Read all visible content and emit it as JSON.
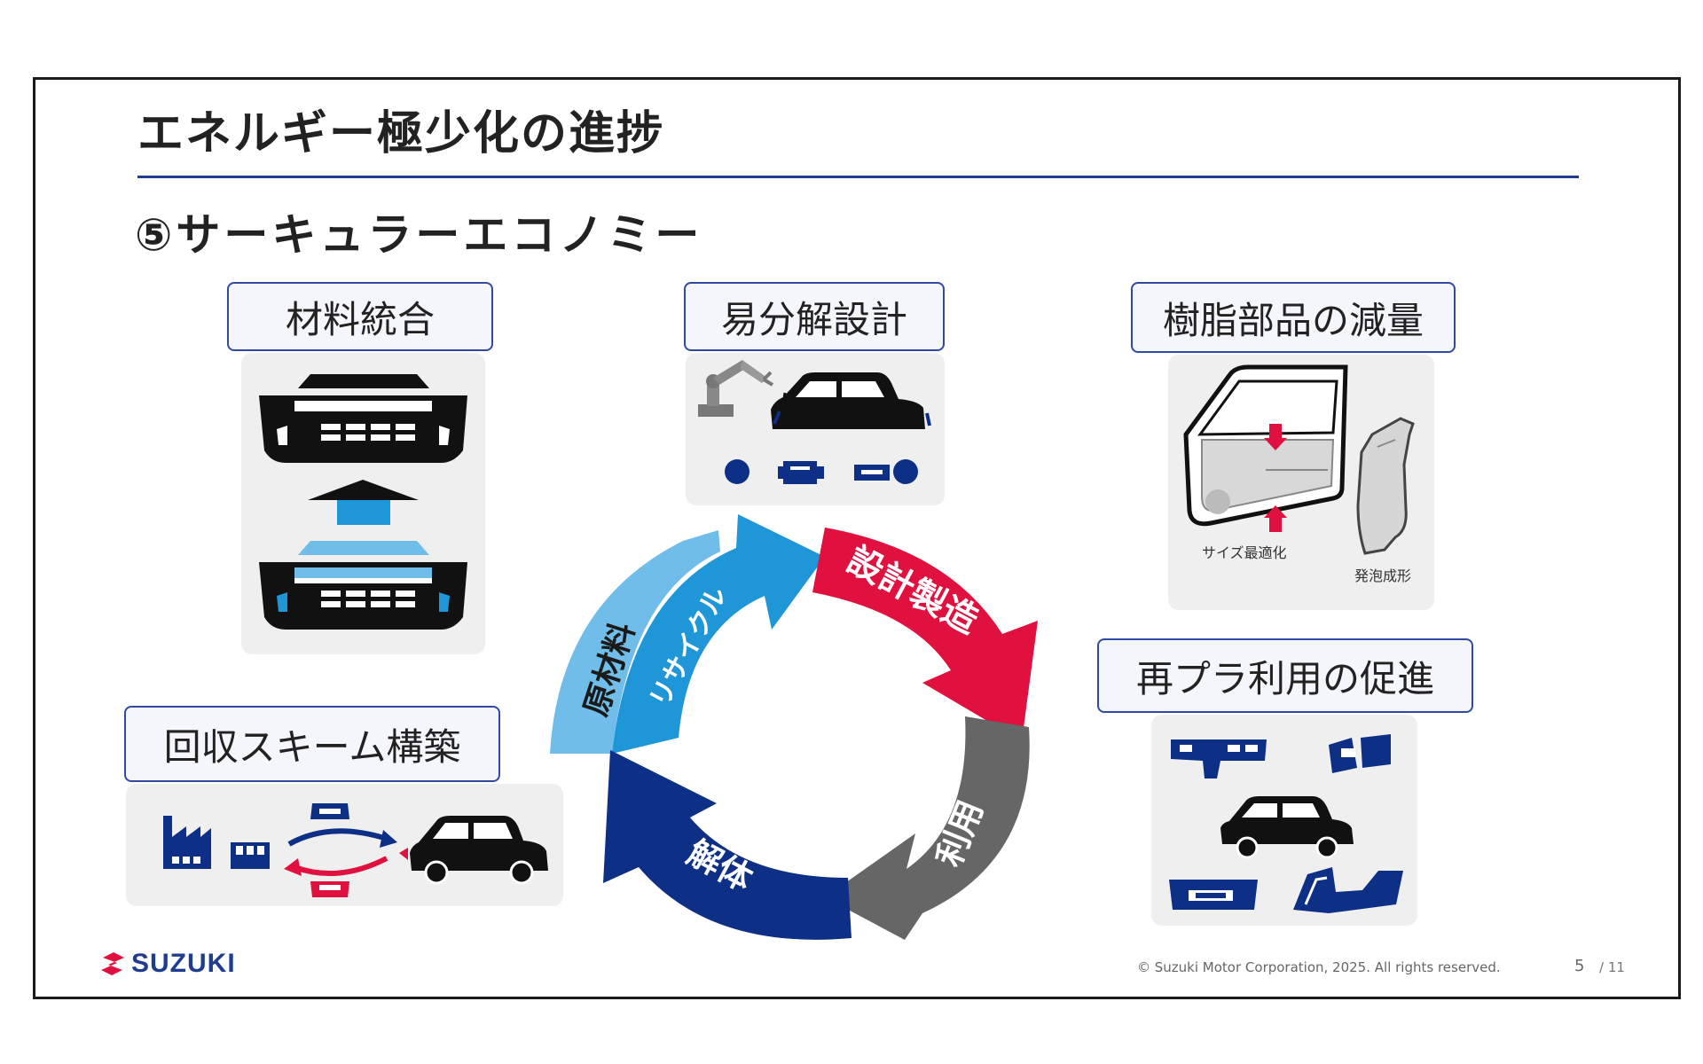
{
  "slide": {
    "title": "エネルギー極少化の進捗",
    "subtitle": "⑤サーキュラーエコノミー"
  },
  "initiatives": {
    "material_integration": "材料統合",
    "easy_disassembly": "易分解設計",
    "resin_reduction": "樹脂部品の減量",
    "recycled_plastic": "再プラ利用の促進",
    "collection_scheme": "回収スキーム構築"
  },
  "resin_captions": {
    "size_optimization": "サイズ最適化",
    "foam_molding": "発泡成形"
  },
  "cycle": {
    "recycle": "リサイクル",
    "raw_material": "原材料",
    "design_manufacture": "設計製造",
    "use": "利用",
    "dismantle": "解体"
  },
  "colors": {
    "recycle_blue": "#1e96d7",
    "raw_material_blue": "#6fbde8",
    "design_red": "#e0103f",
    "use_gray": "#666666",
    "dismantle_navy": "#0d2f86",
    "brand_blue": "#1f3c8f"
  },
  "footer": {
    "brand": "SUZUKI",
    "copyright": "© Suzuki Motor Corporation, 2025. All rights reserved.",
    "page": "5",
    "total": "/ 11"
  }
}
